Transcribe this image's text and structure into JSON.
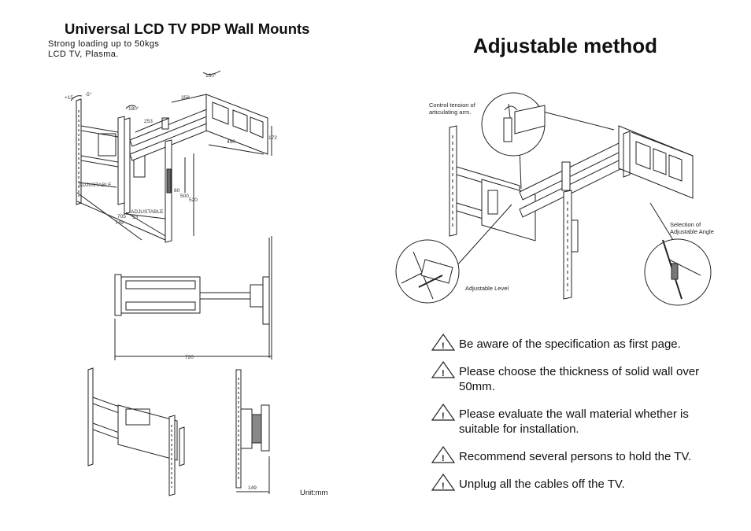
{
  "left": {
    "title": "Universal LCD TV PDP Wall Mounts",
    "subtitle_line1": "Strong loading up to 50kgs",
    "subtitle_line2": "LCD TV, Plasma.",
    "dimensions": {
      "plus15": "+15",
      "minus5": "-5°",
      "d180a": "180°",
      "d180b": "180°",
      "d358": "358",
      "d253": "253",
      "d450": "450",
      "d172": "172",
      "adjustable1": "ADJUSTABLE",
      "d60": "60",
      "d500": "500",
      "d520": "520",
      "adjustable2": "ADJUSTABLE",
      "d705": "705",
      "d53": "53",
      "d749": "749",
      "d720": "720",
      "d149": "149"
    },
    "unit": "Unit:mm"
  },
  "right": {
    "title": "Adjustable method",
    "callouts": {
      "control_tension": "Control tension of\narticulating arm.",
      "selection_angle": "Selection of\nAdjustable Angle",
      "adjustable_level": "Adjustable Level"
    },
    "warnings": [
      "Be aware of the specification as first page.",
      "Please choose the thickness of solid wall over 50mm.",
      "Please evaluate the wall material whether is suitable for installation.",
      "Recommend several persons to hold the TV.",
      "Unplug all the cables off the TV."
    ],
    "warning_icon": "warning-triangle-icon"
  }
}
